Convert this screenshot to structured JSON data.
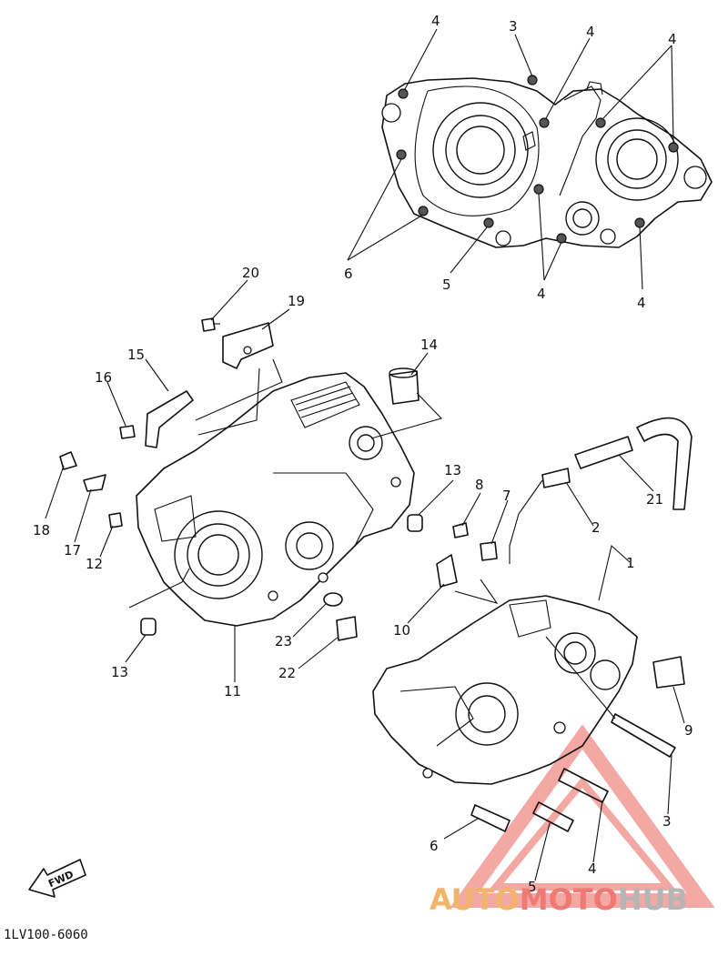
{
  "diagram": {
    "code": "1LV100-6060",
    "fwd_label": "FWD",
    "watermark": {
      "part1": "AUTO",
      "part2": "MOTO",
      "part3": "HUB",
      "color_auto": "#f2b36b",
      "color_moto": "#ee7a73",
      "color_hub": "#b5b5b5"
    },
    "callouts": [
      "4",
      "3",
      "4",
      "4",
      "4",
      "6",
      "5",
      "4",
      "4",
      "20",
      "19",
      "14",
      "15",
      "16",
      "18",
      "17",
      "12",
      "13",
      "13",
      "8",
      "7",
      "2",
      "21",
      "1",
      "10",
      "23",
      "22",
      "11",
      "9",
      "3",
      "6",
      "5",
      "4"
    ]
  }
}
